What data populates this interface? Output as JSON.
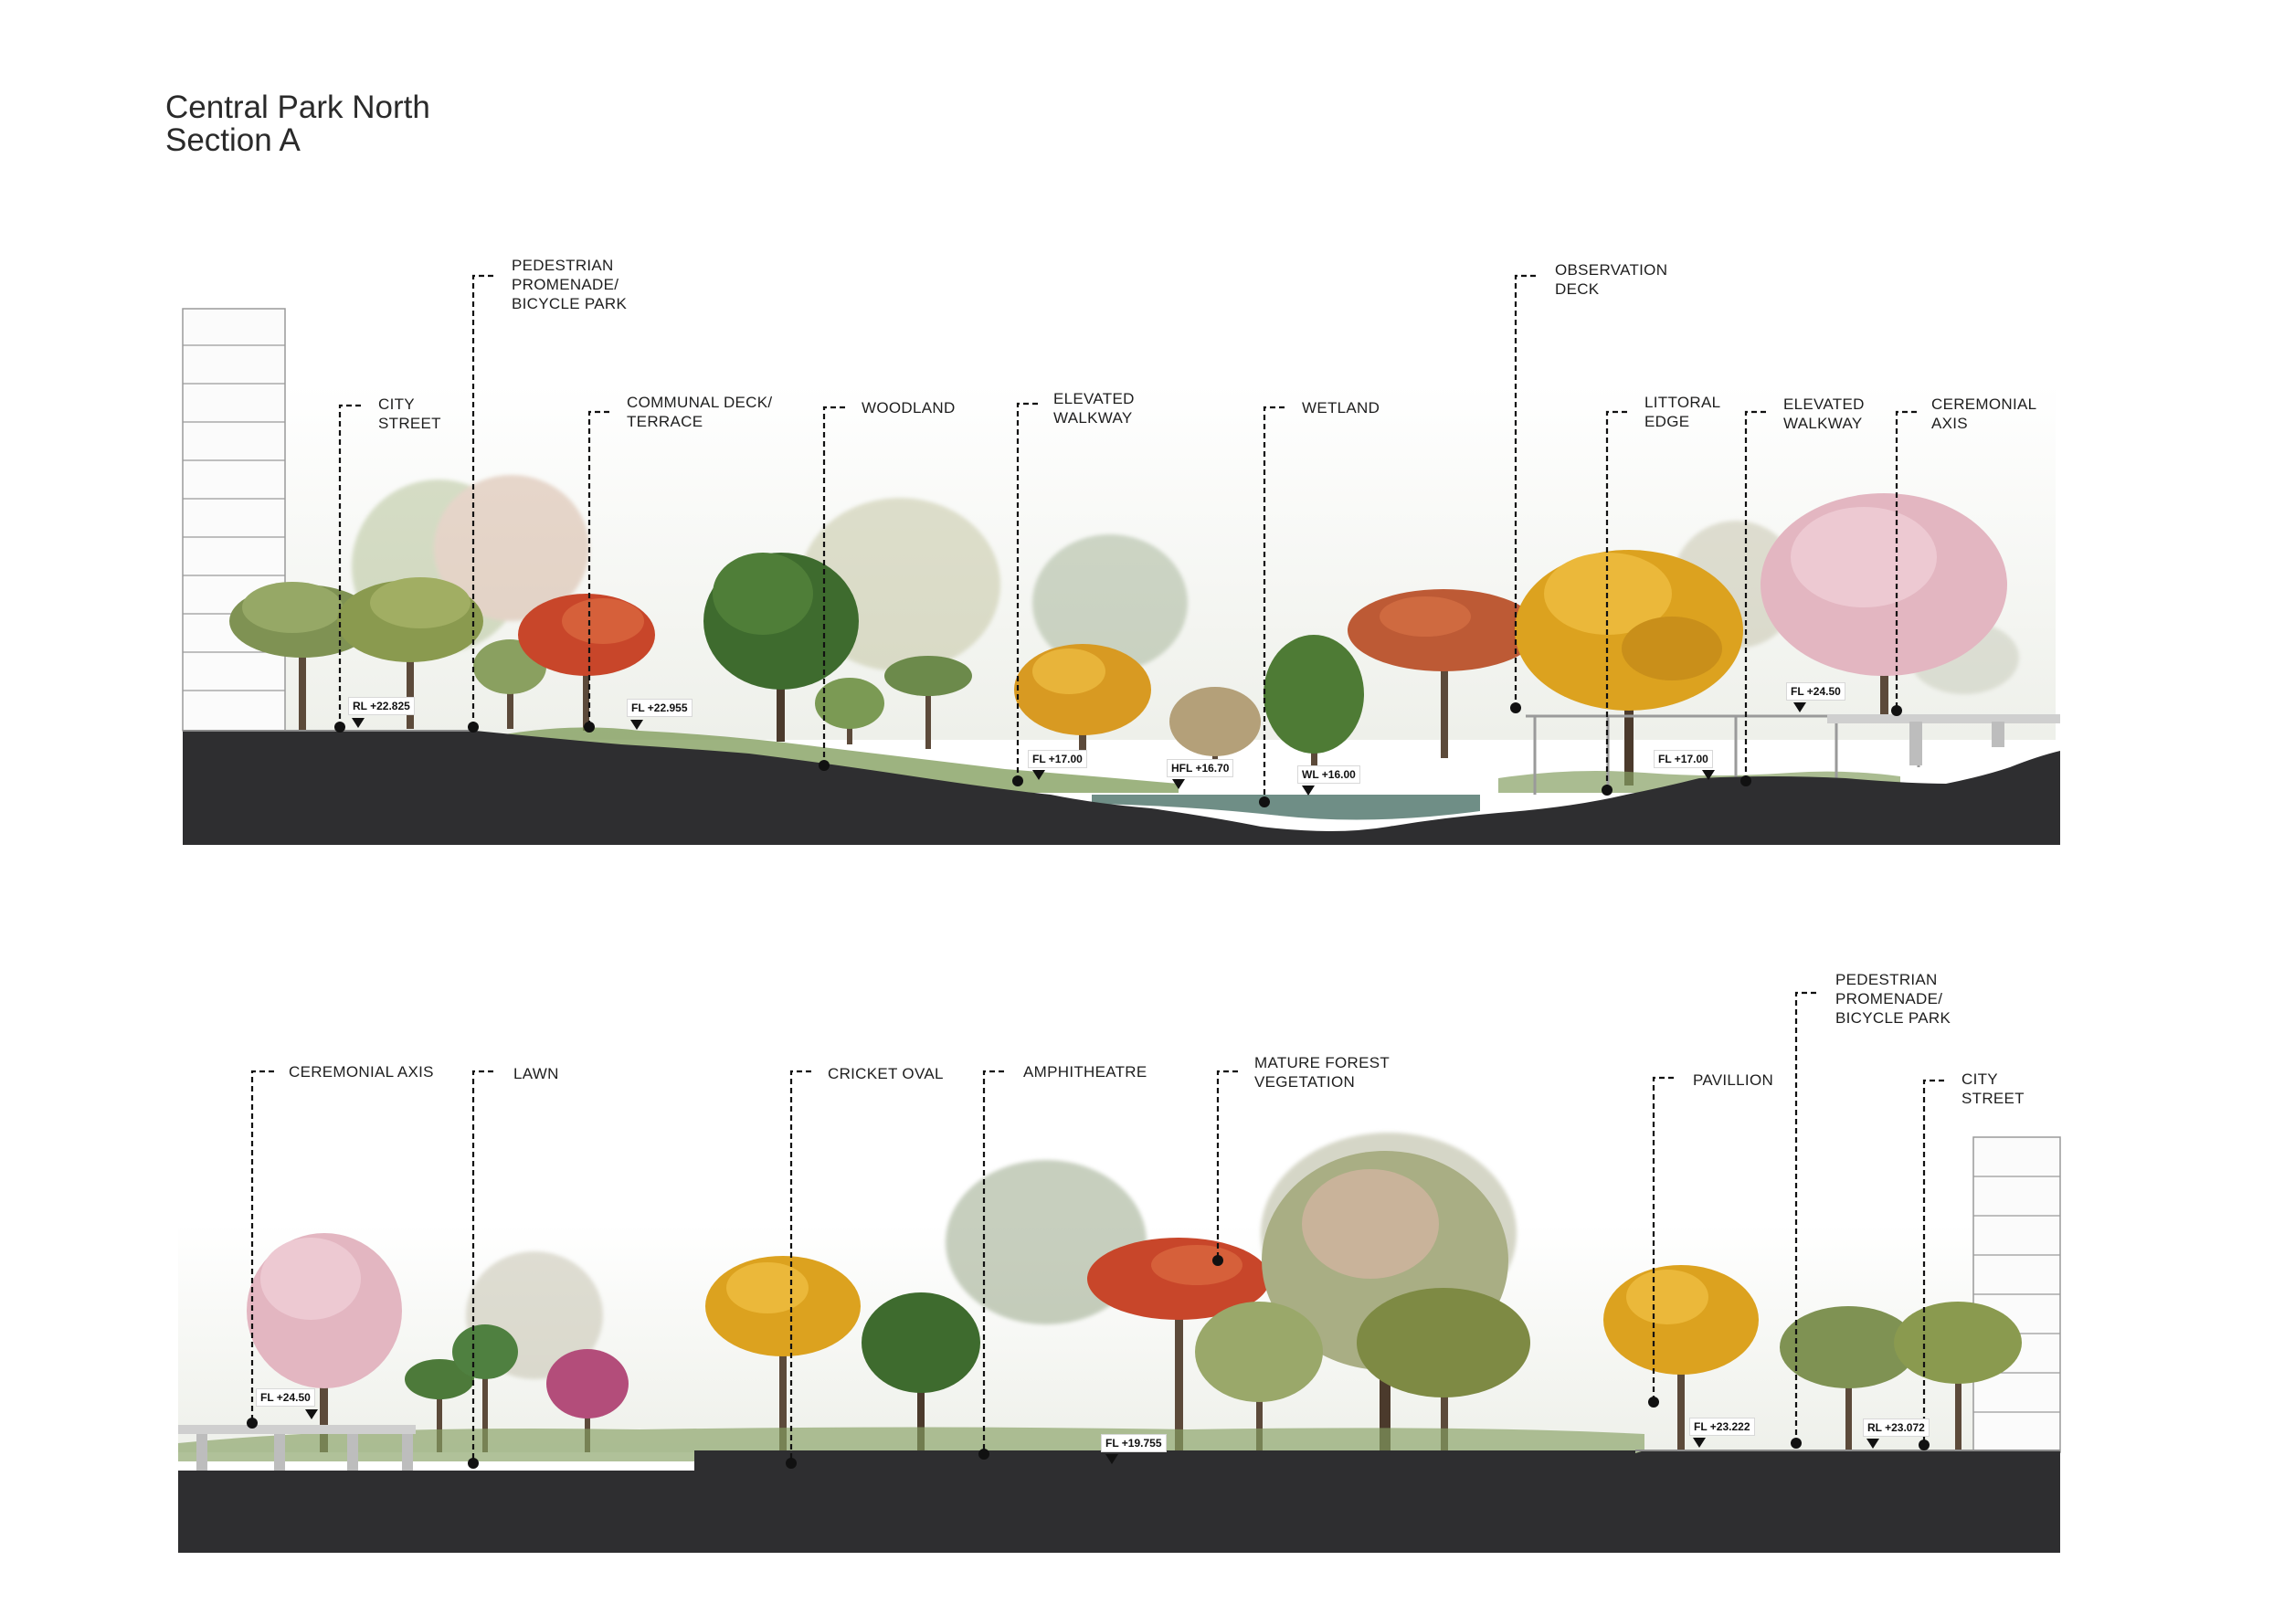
{
  "title": {
    "line1": "Central Park North",
    "line2": "Section A"
  },
  "section_top": {
    "labels": [
      {
        "lines": [
          "CITY",
          "STREET"
        ]
      },
      {
        "lines": [
          "PEDESTRIAN",
          "PROMENADE/",
          "BICYCLE PARK"
        ]
      },
      {
        "lines": [
          "COMMUNAL DECK/",
          "TERRACE"
        ]
      },
      {
        "lines": [
          "WOODLAND"
        ]
      },
      {
        "lines": [
          "ELEVATED",
          "WALKWAY"
        ]
      },
      {
        "lines": [
          "WETLAND"
        ]
      },
      {
        "lines": [
          "OBSERVATION",
          "DECK"
        ]
      },
      {
        "lines": [
          "LITTORAL",
          "EDGE"
        ]
      },
      {
        "lines": [
          "ELEVATED",
          "WALKWAY"
        ]
      },
      {
        "lines": [
          "CEREMONIAL",
          "AXIS"
        ]
      }
    ],
    "levels": [
      "RL +22.825",
      "FL +22.955",
      "FL +17.00",
      "HFL +16.70",
      "WL +16.00",
      "FL +17.00",
      "FL +24.50"
    ]
  },
  "section_bottom": {
    "labels": [
      {
        "lines": [
          "CEREMONIAL AXIS"
        ]
      },
      {
        "lines": [
          "LAWN"
        ]
      },
      {
        "lines": [
          "CRICKET OVAL"
        ]
      },
      {
        "lines": [
          "AMPHITHEATRE"
        ]
      },
      {
        "lines": [
          "MATURE FOREST",
          "VEGETATION"
        ]
      },
      {
        "lines": [
          "PAVILLION"
        ]
      },
      {
        "lines": [
          "PEDESTRIAN",
          "PROMENADE/",
          "BICYCLE PARK"
        ]
      },
      {
        "lines": [
          "CITY",
          "STREET"
        ]
      }
    ],
    "levels": [
      "FL +24.50",
      "FL +19.755",
      "FL +23.222",
      "RL +23.072"
    ]
  },
  "colors": {
    "ground": "#2e2e30",
    "sky": "#f3f4ef",
    "water": "#6f8e86",
    "orange_tree": "#e0a21f",
    "red_tree": "#c8462a",
    "pink_tree": "#e2b4bf",
    "green_tree": "#5f7e45",
    "dark_tree": "#3e6b2e"
  }
}
